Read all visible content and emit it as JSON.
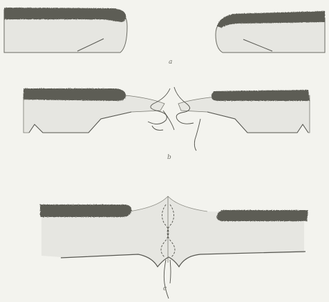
{
  "figures": [
    {
      "id": "a",
      "label": "a"
    },
    {
      "id": "b",
      "label": "b"
    },
    {
      "id": "c",
      "label": "c"
    }
  ],
  "colors": {
    "paper": "#f3f3ee",
    "tissue_fill": "#e6e6e1",
    "outline": "#55554f",
    "layer_band": "#5d5d55"
  }
}
